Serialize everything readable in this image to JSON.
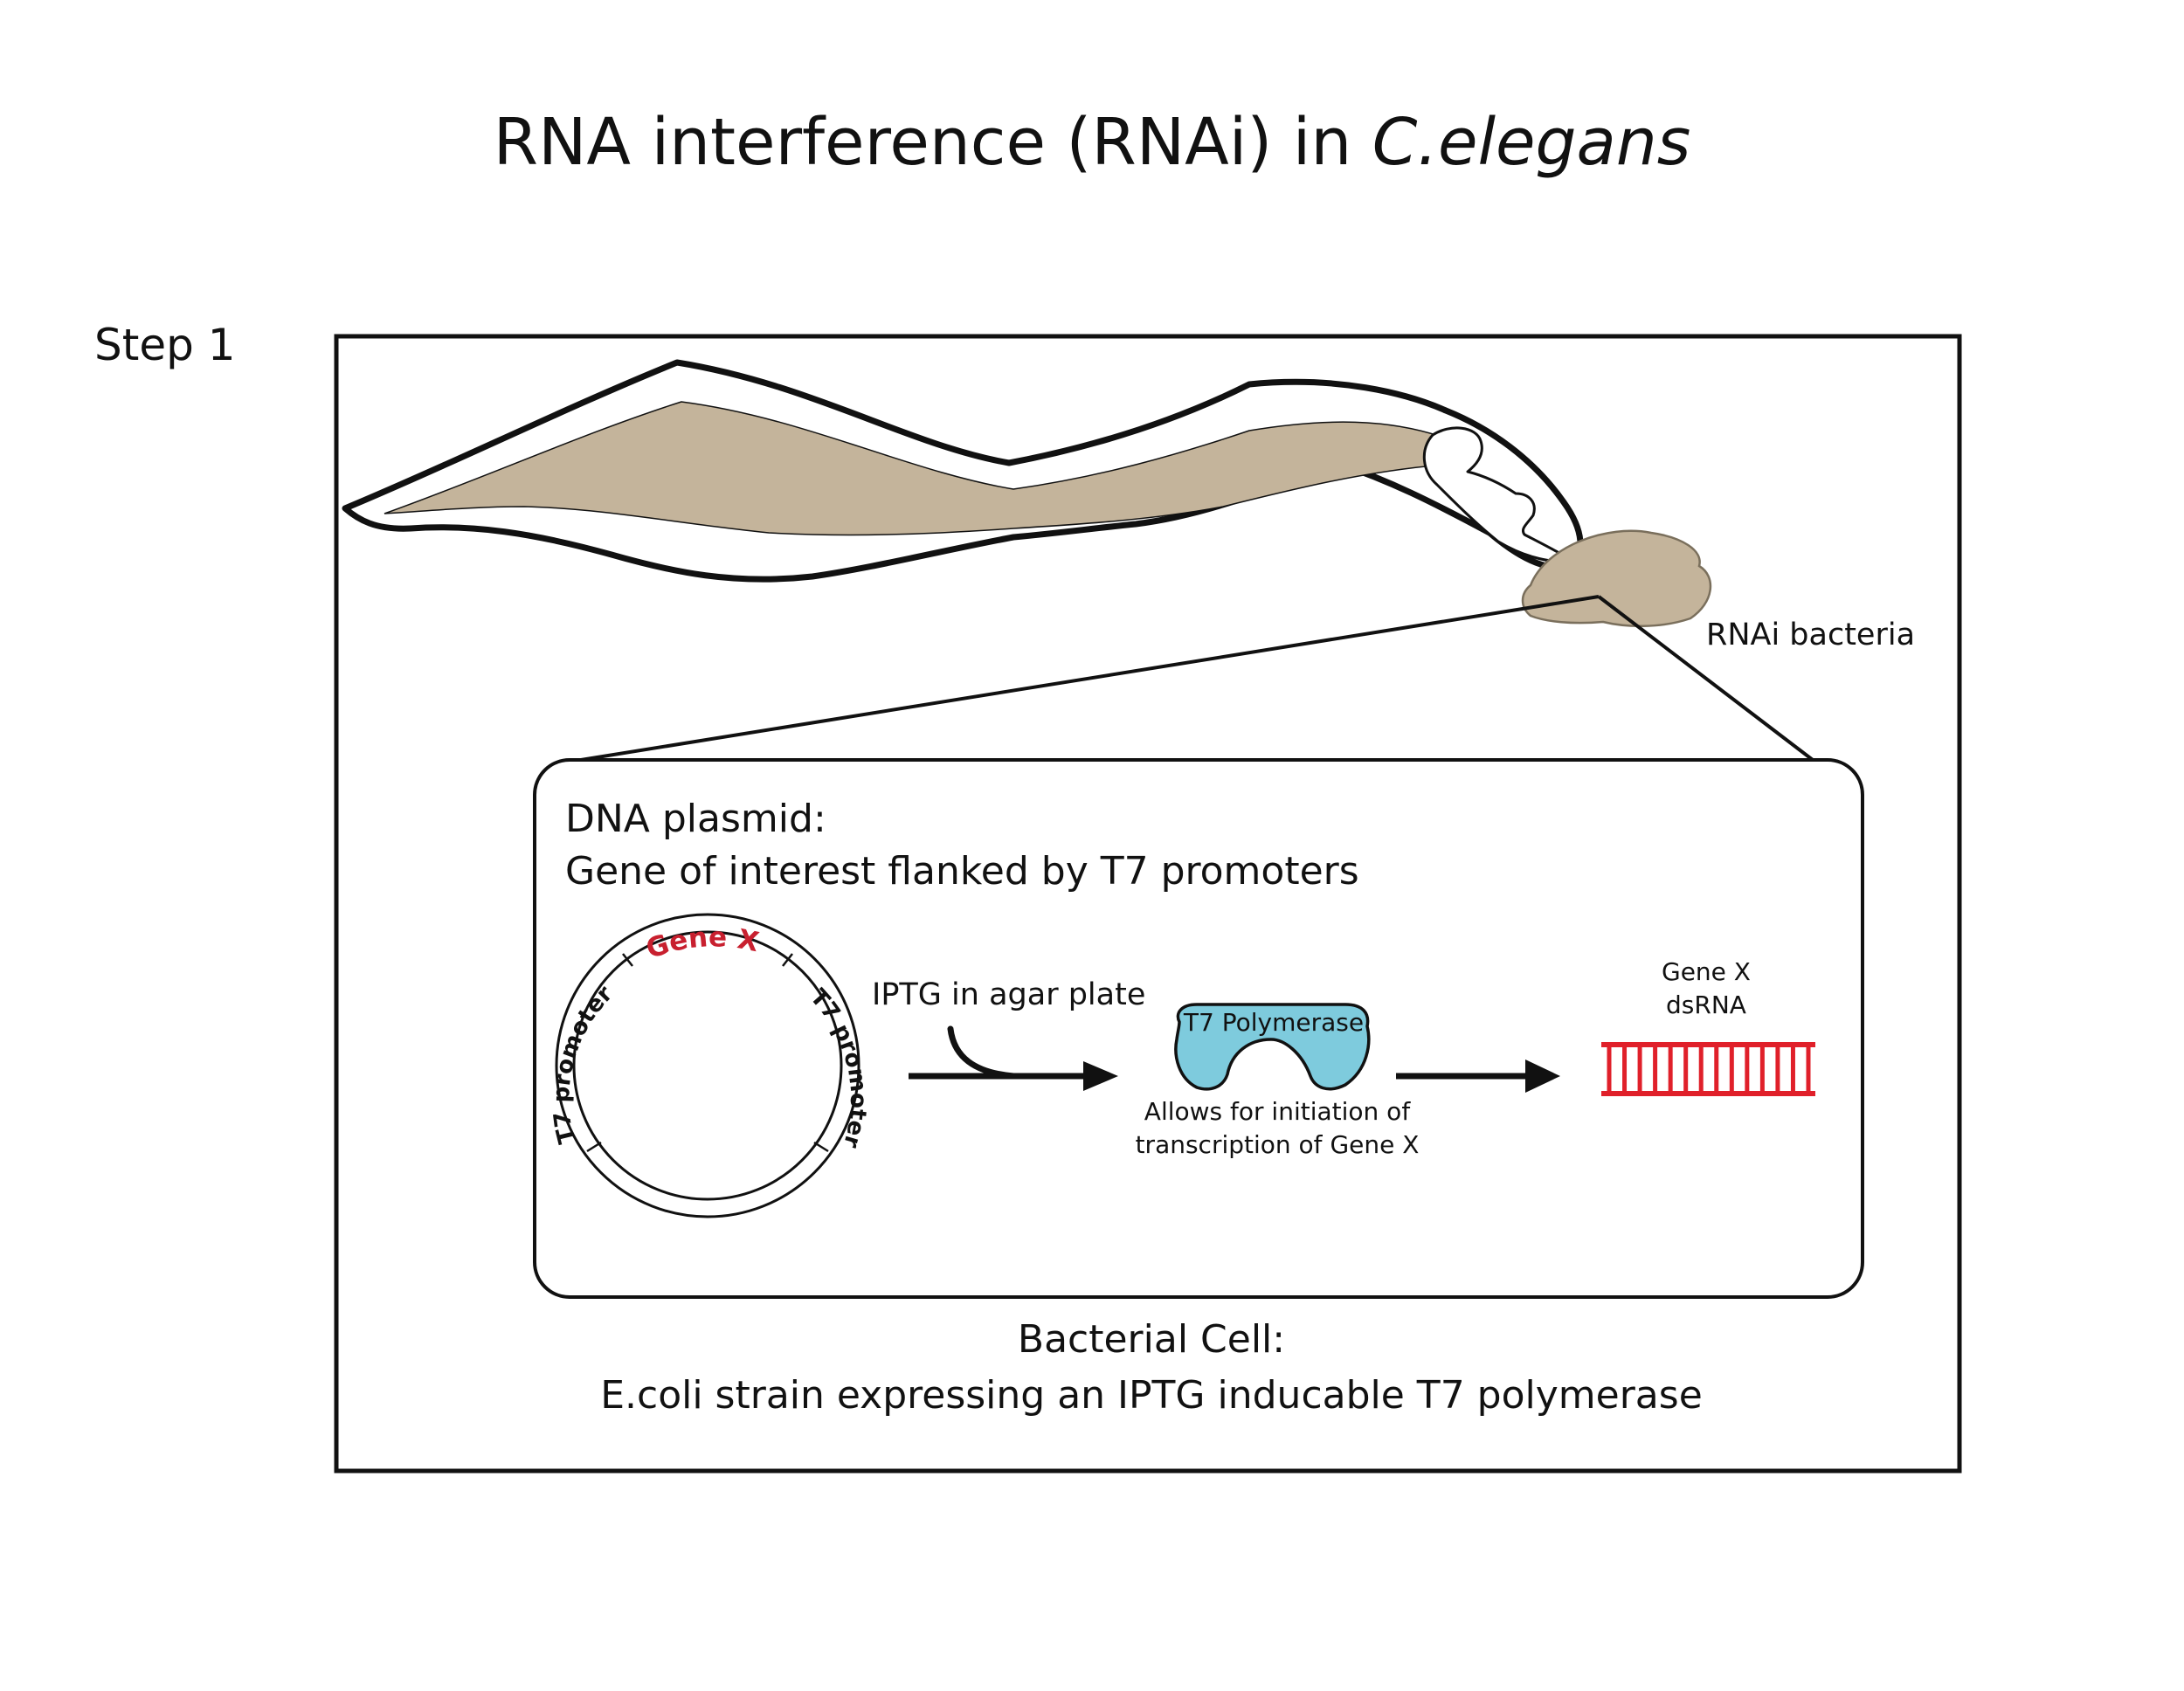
{
  "title": {
    "main": "RNA interference (RNAi) in ",
    "organism": "C.elegans"
  },
  "step_label": "Step 1",
  "worm": {
    "bacteria_label": "RNAi bacteria"
  },
  "plasmid_panel": {
    "heading_line1": "DNA plasmid:",
    "heading_line2": "Gene of interest flanked by T7 promoters",
    "gene_label": "Gene X",
    "promoter_left": "T7 promoter",
    "promoter_right": "T7 promoter",
    "inducer_label": "IPTG in agar plate",
    "polymerase_label": "T7 Polymerase",
    "polymerase_caption_line1": "Allows for initiation of",
    "polymerase_caption_line2": "transcription of Gene X",
    "product_label_line1": "Gene X",
    "product_label_line2": "dsRNA"
  },
  "cell_caption": {
    "line1": "Bacterial Cell:",
    "line2": "E.coli strain expressing an IPTG inducable T7 polymerase"
  },
  "colors": {
    "gene_red": "#c8202f",
    "dsrna_red": "#e0202a",
    "polymerase_blue": "#7ecbdd",
    "worm_tan": "#c4b49b",
    "stroke": "#111111"
  },
  "icons": {
    "worm": "nematode-illustration",
    "bacteria": "bacteria-blob",
    "plasmid": "plasmid-ring",
    "polymerase": "polymerase-kidney-shape",
    "dsrna": "ladder-dsrna",
    "arrow": "arrow-right"
  }
}
